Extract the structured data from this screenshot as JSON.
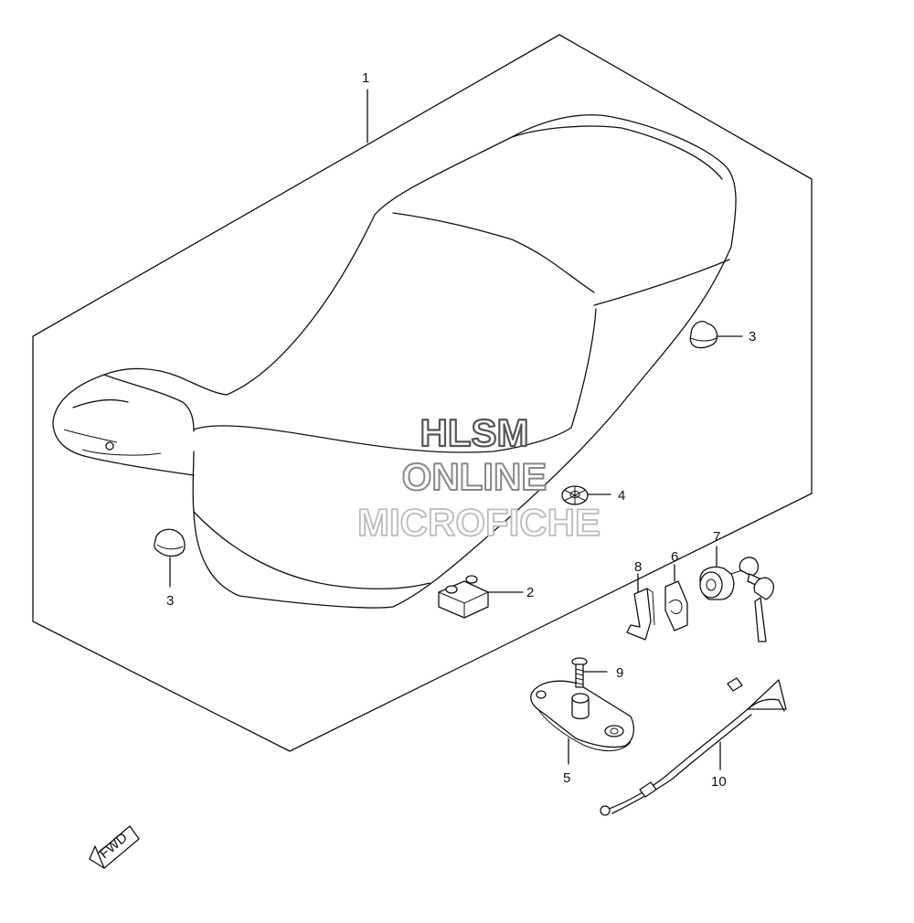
{
  "diagram": {
    "callouts": [
      {
        "id": "1",
        "label": "1"
      },
      {
        "id": "2",
        "label": "2"
      },
      {
        "id": "3a",
        "label": "3"
      },
      {
        "id": "3b",
        "label": "3"
      },
      {
        "id": "4",
        "label": "4"
      },
      {
        "id": "5",
        "label": "5"
      },
      {
        "id": "6",
        "label": "6"
      },
      {
        "id": "7",
        "label": "7"
      },
      {
        "id": "8",
        "label": "8"
      },
      {
        "id": "9",
        "label": "9"
      },
      {
        "id": "10",
        "label": "10"
      }
    ],
    "fwd_label": "FWD"
  },
  "watermark": {
    "line1": "HLSM",
    "line2": "ONLINE",
    "line3": "MICROFICHE"
  },
  "colors": {
    "ink": "#111111",
    "watermark_fill": "#ffffff",
    "watermark_outline_dark": "#555555",
    "watermark_outline_mid": "#888888",
    "watermark_outline_light": "#bbbbbb"
  }
}
